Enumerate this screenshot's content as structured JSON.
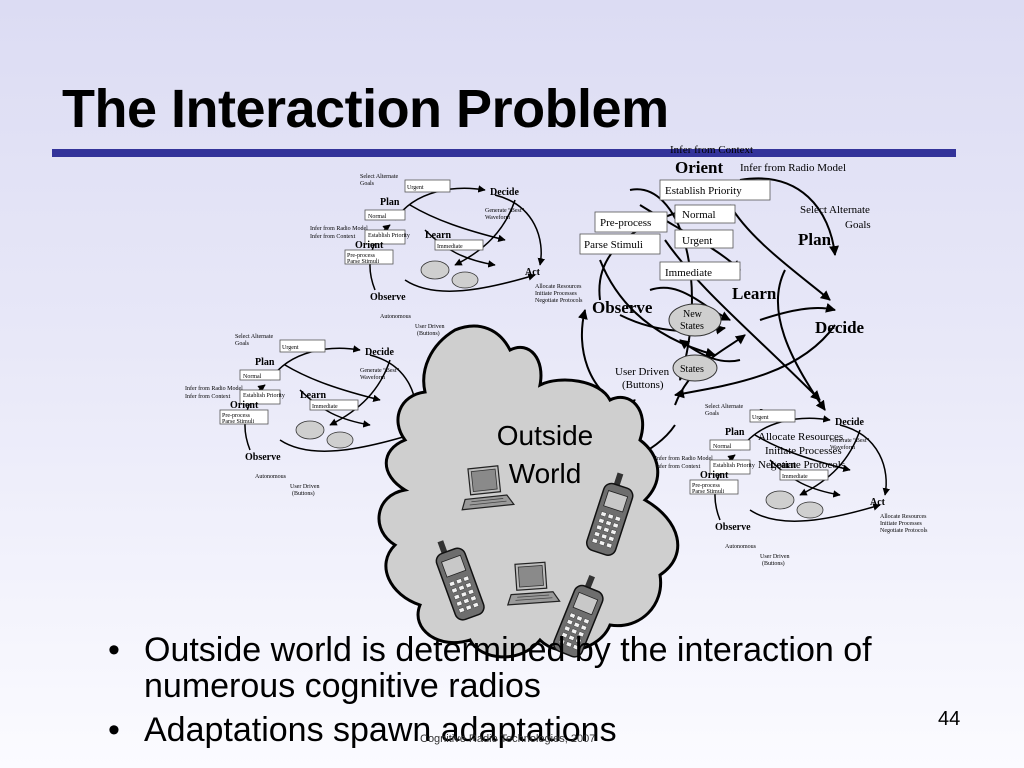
{
  "slide": {
    "title": "The Interaction Problem",
    "page_number": "44",
    "footer": "Cognitive Radio Technologies, 2007"
  },
  "bullets": [
    "Outside world is determined by the interaction of numerous cognitive radios",
    "Adaptations spawn adaptations"
  ],
  "cloud": {
    "label_line1": "Outside",
    "label_line2": "World"
  },
  "cycle_labels": {
    "orient": "Orient",
    "plan": "Plan",
    "learn": "Learn",
    "observe": "Observe",
    "decide": "Decide",
    "act": "Act",
    "infer_context": "Infer from Context",
    "infer_radio": "Infer from Radio Model",
    "establish_priority": "Establish Priority",
    "pre_process": "Pre-process",
    "parse_stimuli": "Parse Stimuli",
    "normal": "Normal",
    "urgent": "Urgent",
    "immediate": "Immediate",
    "select_alt_1": "Select Alternate",
    "select_alt_2": "Goals",
    "new_states_1": "New",
    "new_states_2": "States",
    "states": "States",
    "user_driven_1": "User Driven",
    "user_driven_2": "(Buttons)",
    "autonomous": "Autonomous",
    "allocate": "Allocate Resources",
    "initiate": "Initiate Processes",
    "negotiate": "Negotiate Protocols",
    "generate_1": "Generate “Best”",
    "generate_2": "Waveform"
  }
}
